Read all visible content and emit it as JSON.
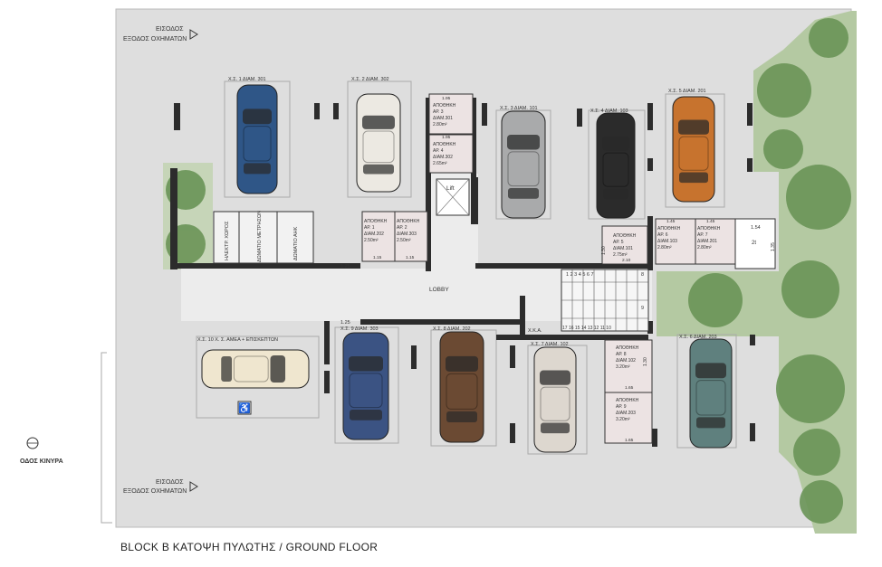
{
  "caption": "BLOCK B ΚΑΤΟΨΗ ΠΥΛΩΤΗΣ  / GROUND FLOOR",
  "street": {
    "label": "ΟΔΟΣ ΚΙΝΥΡΑ"
  },
  "entrances": [
    {
      "line1": "ΕΙΣΟΔΟΣ",
      "line2": "ΕΞΟΔΟΣ ΟΧΗΜΑΤΩΝ"
    },
    {
      "line1": "ΕΙΣΟΔΟΣ",
      "line2": "ΕΞΟΔΟΣ ΟΧΗΜΑΤΩΝ"
    }
  ],
  "parking": [
    {
      "label": "Χ.Σ. 1  ΔΙΑΜ. 301",
      "car_color": "#2f5687"
    },
    {
      "label": "Χ.Σ. 2  ΔΙΑΜ. 302",
      "car_color": "#ece9e2"
    },
    {
      "label": "Χ.Σ. 3  ΔΙΑΜ. 101",
      "car_color": "#a9aaab"
    },
    {
      "label": "Χ.Σ. 4  ΔΙΑΜ. 103",
      "car_color": "#2b2b2b"
    },
    {
      "label": "Χ.Σ. 5  ΔΙΑΜ. 201",
      "car_color": "#c7732e"
    },
    {
      "label": "Χ.Σ. 10   Χ. Σ. ΑΜΕΑ + ΕΠΙΣΚΕΠΤΩΝ",
      "car_color": "#efe6cf"
    },
    {
      "label": "Χ.Σ. 9  ΔΙΑΜ. 303",
      "car_color": "#3b5383"
    },
    {
      "label": "Χ.Σ. 8  ΔΙΑΜ. 202",
      "car_color": "#6b4a33"
    },
    {
      "label": "Χ.Σ. 7  ΔΙΑΜ. 102",
      "car_color": "#ddd7cf"
    },
    {
      "label": "Χ.Σ. 6  ΔΙΑΜ. 203",
      "car_color": "#5f807e"
    }
  ],
  "storage": [
    {
      "l1": "ΑΠΟΘΗΚΗ",
      "l2": "ΑΡ. 3",
      "l3": "ΔΙΑΜ.301",
      "l4": "2.80m²",
      "dim": "1.95"
    },
    {
      "l1": "ΑΠΟΘΗΚΗ",
      "l2": "ΑΡ. 4",
      "l3": "ΔΙΑΜ.302",
      "l4": "2.65m²",
      "dim": "1.95"
    },
    {
      "l1": "ΑΠΟΘΗΚΗ",
      "l2": "ΑΡ. 1",
      "l3": "ΔΙΑΜ.202",
      "l4": "2.50m²",
      "dim": "1.15"
    },
    {
      "l1": "ΑΠΟΘΗΚΗ",
      "l2": "ΑΡ. 2",
      "l3": "ΔΙΑΜ.303",
      "l4": "2.50m²",
      "dim": "1.15"
    },
    {
      "l1": "ΑΠΟΘΗΚΗ",
      "l2": "ΑΡ. 5",
      "l3": "ΔΙΑΜ.101",
      "l4": "2.75m²",
      "dim": "2.10"
    },
    {
      "l1": "ΑΠΟΘΗΚΗ",
      "l2": "ΑΡ. 6",
      "l3": "ΔΙΑΜ.103",
      "l4": "2.80m²",
      "dim": "1.45"
    },
    {
      "l1": "ΑΠΟΘΗΚΗ",
      "l2": "ΑΡ. 7",
      "l3": "ΔΙΑΜ.201",
      "l4": "2.80m²",
      "dim": "1.45"
    },
    {
      "l1": "ΑΠΟΘΗΚΗ",
      "l2": "ΑΡ. 8",
      "l3": "ΔΙΑΜ.102",
      "l4": "3.20m²",
      "dim": "1.65"
    },
    {
      "l1": "ΑΠΟΘΗΚΗ",
      "l2": "ΑΡ. 9",
      "l3": "ΔΙΑΜ.203",
      "l4": "3.20m²",
      "dim": "1.65"
    }
  ],
  "rooms": {
    "electrical": "ΗΛΕΚΤΡ. ΧΩΡΟΣ",
    "meters": "ΔΩΜΑΤΙΟ ΜΕΤΡΗΣΩΝ",
    "ahk": "ΔΩΜΑΤΙΟ ΑΗΚ",
    "lift": "Lift",
    "lobby": "LOBBY",
    "xka": "Χ.Κ.Α.",
    "small_room": "2t"
  },
  "dimensions": {
    "d1": "1.25",
    "d2": "1.25",
    "d3": "1.54",
    "d4": "1.35",
    "d5": "1.30",
    "d6": "1.30"
  },
  "stairs": {
    "top": "1  2  3  4  5  6  7",
    "top_end": "8",
    "bottom": "17 16 15 14 13 12 11 10",
    "bottom_end": "9"
  },
  "colors": {
    "paving": "#dcdcdc",
    "lobby": "#e6e6e6",
    "grass": "#a9c296",
    "wall": "#2c2c2c",
    "tree": "#5f8a52",
    "storage": "#e8dede"
  }
}
